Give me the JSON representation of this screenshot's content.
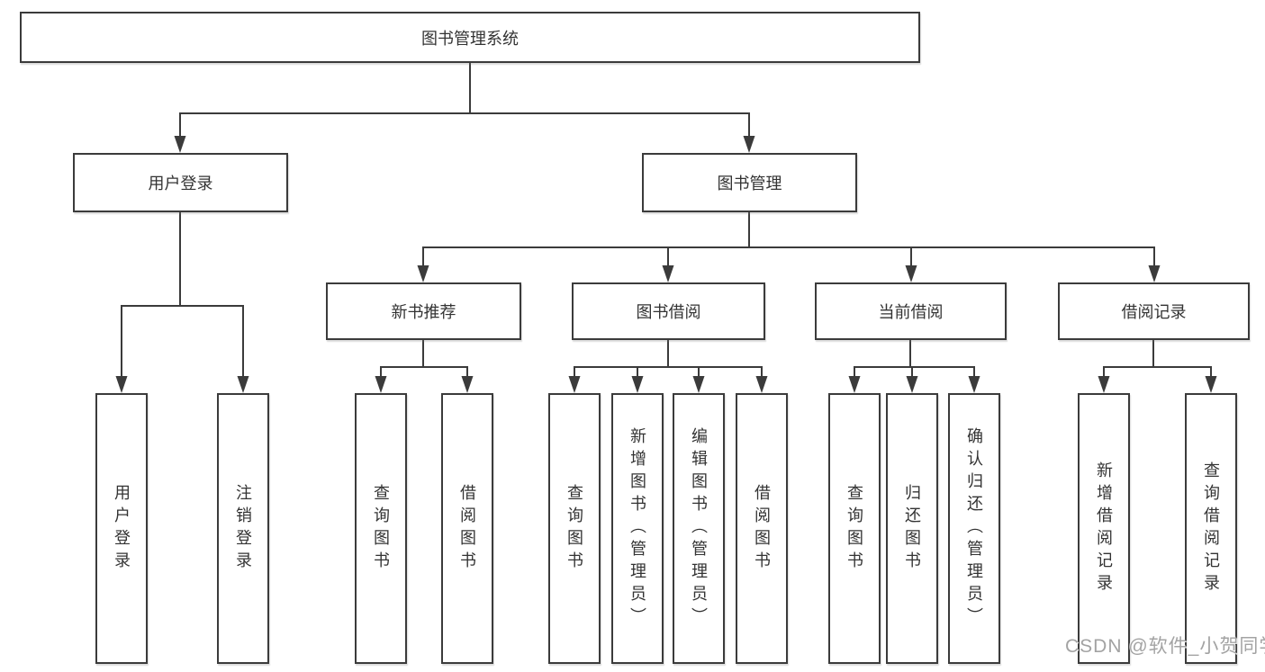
{
  "nodes": {
    "root": {
      "label": "图书管理系统"
    },
    "user_login": {
      "label": "用户登录"
    },
    "book_mgmt": {
      "label": "图书管理"
    },
    "new_book_rec": {
      "label": "新书推荐"
    },
    "book_borrow": {
      "label": "图书借阅"
    },
    "current_borrow": {
      "label": "当前借阅"
    },
    "borrow_records": {
      "label": "借阅记录"
    },
    "leaf_user_login": {
      "label": "用户登录"
    },
    "leaf_logout": {
      "label": "注销登录"
    },
    "leaf_query_book_rec": {
      "label": "查询图书"
    },
    "leaf_borrow_book_rec": {
      "label": "借阅图书"
    },
    "leaf_query_book_borrow": {
      "label": "查询图书"
    },
    "leaf_add_book_admin": {
      "label": "新增图书（管理员）"
    },
    "leaf_edit_book_admin": {
      "label": "编辑图书（管理员）"
    },
    "leaf_borrow_book_borrow": {
      "label": "借阅图书"
    },
    "leaf_query_book_current": {
      "label": "查询图书"
    },
    "leaf_return_book": {
      "label": "归还图书"
    },
    "leaf_confirm_return_admin": {
      "label": "确认归还（管理员）"
    },
    "leaf_add_borrow_record": {
      "label": "新增借阅记录"
    },
    "leaf_query_borrow_record": {
      "label": "查询借阅记录"
    }
  },
  "watermark": {
    "text": "CSDN @软件_小贺同学"
  },
  "colors": {
    "line": "#3b3b3b",
    "text": "#333333",
    "background": "#ffffff",
    "watermark": "#a3a3a3"
  }
}
